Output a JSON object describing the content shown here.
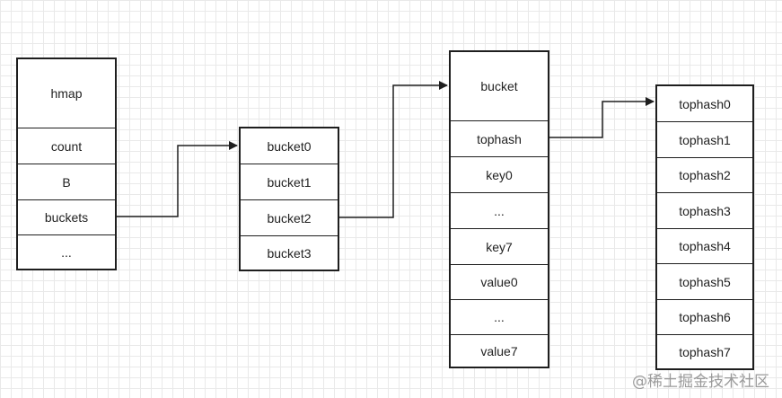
{
  "hmap": {
    "header": "hmap",
    "fields": [
      "count",
      "B",
      "buckets",
      "..."
    ]
  },
  "buckets_array": {
    "items": [
      "bucket0",
      "bucket1",
      "bucket2",
      "bucket3"
    ]
  },
  "bucket": {
    "header": "bucket",
    "fields": [
      "tophash",
      "key0",
      "...",
      "key7",
      "value0",
      "...",
      "value7"
    ]
  },
  "tophash_array": {
    "items": [
      "tophash0",
      "tophash1",
      "tophash2",
      "tophash3",
      "tophash4",
      "tophash5",
      "tophash6",
      "tophash7"
    ]
  },
  "watermark": "@稀土掘金技术社区",
  "colors": {
    "line": "#1e1e1e",
    "grid": "#e9e9e9"
  }
}
